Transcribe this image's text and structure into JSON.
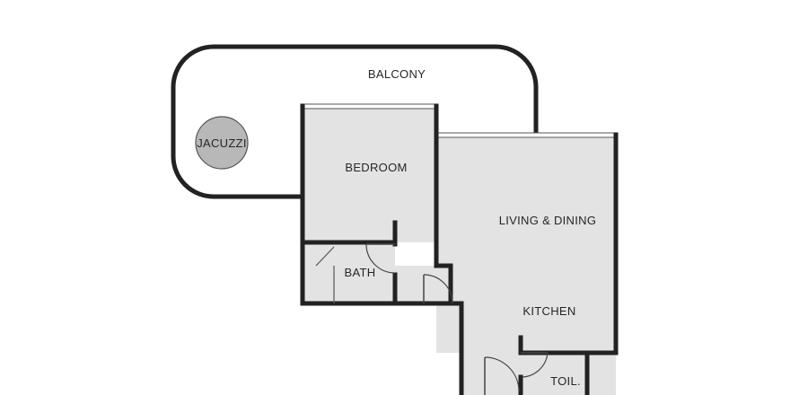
{
  "plan": {
    "rooms": {
      "balcony": "BALCONY",
      "jacuzzi": "JACUZZI",
      "bedroom": "BEDROOM",
      "living_dining": "LIVING & DINING",
      "bath": "BATH",
      "kitchen": "KITCHEN",
      "toilet": "TOIL."
    },
    "colors": {
      "wall": "#222222",
      "floor": "#e3e3e3",
      "jacuzzi": "#b8b8b8",
      "background": "#ffffff"
    }
  }
}
